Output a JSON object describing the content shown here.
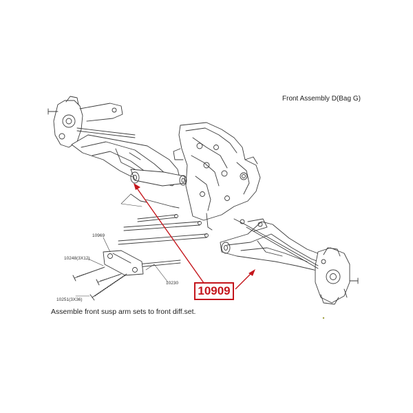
{
  "title": "Front Assembly D(Bag G)",
  "caption": "Assemble front susp arm sets to front diff.set.",
  "callout": {
    "part_number": "10909",
    "color": "#c4161c"
  },
  "part_labels": {
    "p1": "10969",
    "p2": "10248(3X12)",
    "p3": "10230",
    "p4": "10251(3X36)"
  },
  "colors": {
    "line": "#3a3a3a",
    "accent": "#c4161c"
  }
}
